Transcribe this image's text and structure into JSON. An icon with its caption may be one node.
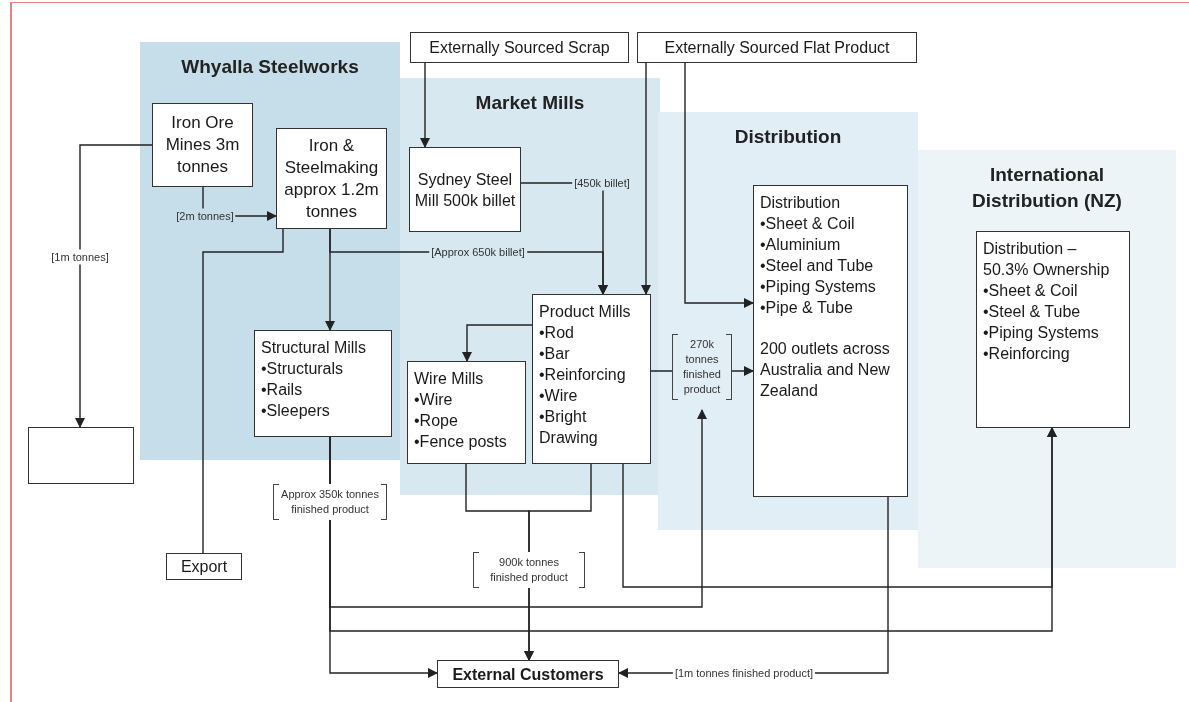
{
  "diagram": {
    "nodes": [
      {
        "text": [
          "Whyalla Steelworks"
        ]
      },
      {
        "text": [
          "Market Mills"
        ]
      },
      {
        "text": [
          "Distribution"
        ]
      },
      {
        "text": [
          "International Distribution (NZ)"
        ]
      },
      {
        "text": [
          "Iron Ore Mines 3m tonnes"
        ],
        "in": 0
      },
      {
        "text": [
          "Iron & Steelmaking approx 1.2m tonnes"
        ],
        "in": 0
      },
      {
        "text": [
          "Structural Mills",
          "•Structurals",
          "•Rails",
          "•Sleepers"
        ],
        "in": 0
      },
      {
        "text": [],
        "shape": "box"
      },
      {
        "text": [
          "Export"
        ]
      },
      {
        "text": [
          "Externally Sourced Scrap"
        ]
      },
      {
        "text": [
          "Externally Sourced Flat Product"
        ]
      },
      {
        "text": [
          "Sydney Steel Mill 500k billet"
        ],
        "in": 1
      },
      {
        "text": [
          "Product Mills",
          "•Rod",
          "•Bar",
          "•Reinforcing",
          "•Wire",
          "•Bright Drawing"
        ],
        "in": 1
      },
      {
        "text": [
          "Wire Mills",
          "•Wire",
          "•Rope",
          "•Fence posts"
        ],
        "in": 1
      },
      {
        "text": [
          "Distribution",
          "•Sheet & Coil",
          "•Aluminium",
          "•Steel and Tube",
          "•Piping Systems",
          "•Pipe & Tube",
          "200 outlets across Australia and New Zealand"
        ],
        "in": 2
      },
      {
        "text": [
          "Distribution – 50.3% Ownership",
          "•Sheet & Coil",
          "•Steel & Tube",
          "•Piping Systems",
          "•Reinforcing"
        ],
        "in": 3
      },
      {
        "text": [
          "External Customers"
        ]
      }
    ],
    "edges": [
      {
        "from": 4,
        "to": 7,
        "arrow": "to",
        "label": "[1m tonnes]"
      },
      {
        "from": 4,
        "to": 5,
        "arrow": "to",
        "label": "[2m tonnes]"
      },
      {
        "from": 5,
        "to": 8,
        "arrow": "none"
      },
      {
        "from": 5,
        "to": 6,
        "arrow": "to"
      },
      {
        "from": 5,
        "to": 12,
        "arrow": "to",
        "label": "[Approx 650k billet]"
      },
      {
        "from": 11,
        "to": 12,
        "arrow": "to",
        "label": "[450k billet]"
      },
      {
        "from": 9,
        "to": 11,
        "arrow": "to"
      },
      {
        "from": 10,
        "to": 12,
        "arrow": "to"
      },
      {
        "from": 10,
        "to": 14,
        "arrow": "to"
      },
      {
        "from": 12,
        "to": 13,
        "arrow": "to"
      },
      {
        "from": 12,
        "to": 14,
        "arrow": "to",
        "label": "270k tonnes finished product"
      },
      {
        "from": 6,
        "to": 16,
        "arrow": "to",
        "label": "Approx 350k tonnes finished product"
      },
      {
        "from": 13,
        "to": 16,
        "arrow": "to",
        "label": "900k tonnes finished product"
      },
      {
        "from": 12,
        "to": 16,
        "arrow": "to"
      },
      {
        "from": 6,
        "to": 14,
        "arrow": "to"
      },
      {
        "from": 6,
        "to": 15,
        "arrow": "to"
      },
      {
        "from": 12,
        "to": 15,
        "arrow": "to"
      },
      {
        "from": 14,
        "to": 16,
        "arrow": "to",
        "label": "[1m tonnes finished product]"
      }
    ]
  }
}
